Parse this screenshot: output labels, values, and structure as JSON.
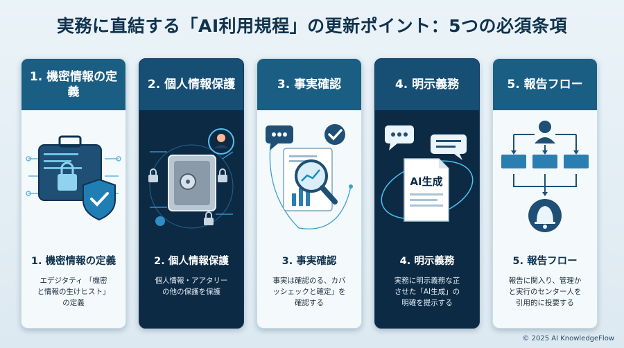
{
  "title": "実務に直結する「AI利用規程」の更新ポイント：5つの必須条項",
  "cards": [
    {
      "heading": "1. 機密情報の定義",
      "subtitle": "1. 機密情報の定義",
      "lines": [
        "エデジタティ 「機密",
        "と情報の生けヒスト」",
        "の定義"
      ]
    },
    {
      "heading": "2. 個人情報保護",
      "subtitle": "2. 個人情報保護",
      "lines": [
        "個人情報・アアタリー",
        "の他の保護を保護"
      ]
    },
    {
      "heading": "3. 事実確認",
      "subtitle": "3. 事実確認",
      "lines": [
        "事実は確認のる、カバ",
        "ッシェックと確定」を",
        "確認する"
      ]
    },
    {
      "heading": "4. 明示義務",
      "subtitle": "4. 明示義務",
      "lines": [
        "実務に明示義務な芷",
        "させた「AI生成」の",
        "明確を提示する"
      ],
      "doc_label": "AI生成"
    },
    {
      "heading": "5. 報告フロー",
      "subtitle": "5. 報告フロー",
      "lines": [
        "報告に関入り、管理か",
        "と実行のセンター人を",
        "引用的に投要する"
      ]
    }
  ],
  "footer": "© 2025 AI KnowledgeFlow"
}
